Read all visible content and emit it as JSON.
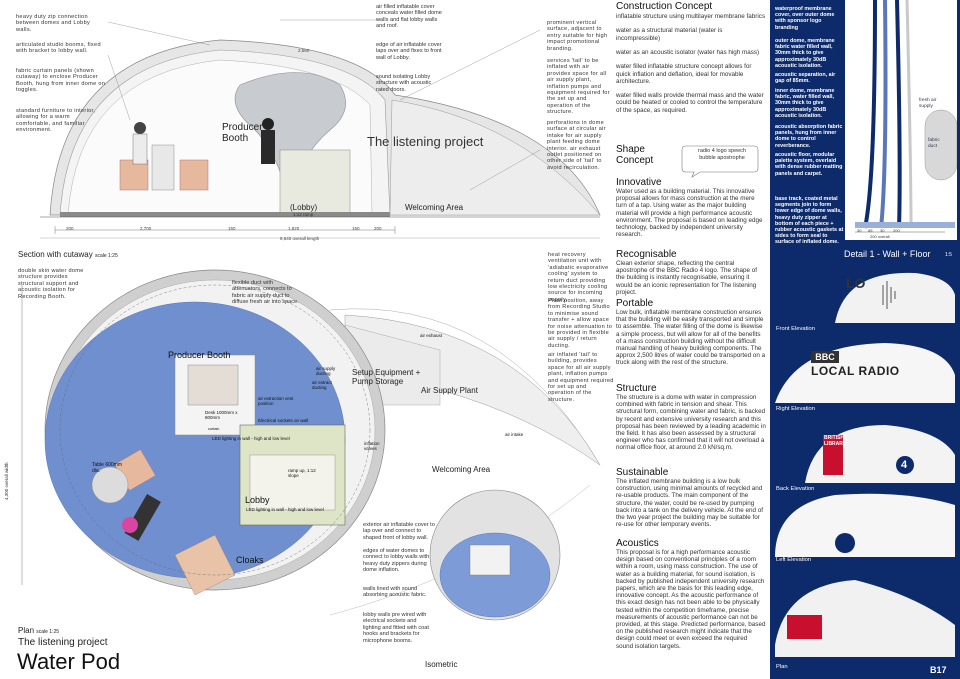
{
  "section": {
    "title": "Section with cutaway",
    "scale": "scale 1:25",
    "booth_label": "Producer Booth",
    "lobby_label": "(Lobby)",
    "ramp_label": "1:12 ramp",
    "welcome_label": "Welcoming Area",
    "project_name": "The listening project",
    "dim_top": "2,560",
    "dims": [
      "200",
      "2,700",
      "150",
      "1,820",
      "150",
      "200"
    ],
    "overall_length": "8,640 overall length",
    "left_notes": [
      "heavy duty zip connection between domes and Lobby walls.",
      "articulated studio booms, fixed with bracket to lobby wall.",
      "fabric curtain panels (shown cutaway) to enclose Producer Booth, hung from inner dome on toggles.",
      "standard furniture to interior, allowing for a warm comfortable, and familiar environment."
    ],
    "mid_notes": [
      "air filled inflatable cover conceals water filled dome walls and flat lobby walls and roof.",
      "edge of air inflatable cover laps over and fixes to front wall of Lobby.",
      "sound isolating Lobby structure with acoustic rated doors."
    ],
    "right_notes": [
      "prominent vertical surface, adjacent to entry suitable for high impact promotional branding.",
      "services 'tail' to be inflated with air provides space for all air supply plant, inflation pumps and equipment required for the set up and operation of the structure.",
      "perforations in dome surface at circular air intake for air supply plant feeding dome interior. air exhaust outlet positioned on other side of 'tail' to avoid recirculation."
    ]
  },
  "plan": {
    "title": "Plan",
    "scale": "scale 1:25",
    "subtitle": "The listening project",
    "project_title": "Water Pod",
    "booth_label": "Producer Booth",
    "lobby_label": "Lobby",
    "cloaks_label": "Cloaks",
    "welcome_label": "Welcoming Area",
    "setup_label": "Setup Equipment + Pump Storage",
    "air_plant_label": "Air Supply Plant",
    "table_label": "Table 600mm dia.",
    "desk_label": "Desk 1000mm x 800mm",
    "led_label_1": "LED lighting in wall - high and low level",
    "led_label_2": "LED lighting in wall - high and low level",
    "sockets_label": "Electrical sockets on wall",
    "ramp_label": "ramp up, 1:12 slope",
    "air_exhaust": "air exhaust",
    "air_intake": "air intake",
    "air_supply_ducting": "air supply ducting",
    "air_extract_ducting": "air extract ducting",
    "vent_label": "air extraction vent position",
    "inflation_valves": "inflation valves",
    "dim_side": "4,300 overall width",
    "curtain": "curtain",
    "left_notes": [
      "double skin water dome structure provides structural support and acoustic isolation for Recording Booth."
    ],
    "mid_notes": [
      "flexible duct with attenuators, connects to fabric air supply duct to diffuse fresh air into space."
    ],
    "bottom_notes": [
      "exterior air inflatable cover to lap over and connect to shaped front of lobby wall.",
      "edges of water domes to connect to lobby walls with heavy duty zippers during dome inflation.",
      "walls lined with sound absorbing acoustic fabric.",
      "lobby walls pre wired with electrical sockets and lighting and fitted with coat hooks and brackets for microphone booms."
    ],
    "right_notes": [
      "heat recovery ventilation unit with 'adiabatic evaporative cooling' system to return duct providing low electricity cooling source for incoming supply.",
      "Plant position, away from Recording Studio to minimise sound transfer + allow space for noise attenuation to be provided in flexible air supply / return ducting.",
      "air inflated 'tail' to building, provides space for all air supply plant, inflation pumps and equipment required for set up and operation of the structure."
    ],
    "isometric_label": "Isometric"
  },
  "text_column": {
    "construction_title": "Construction Concept",
    "construction_body": "inflatable structure using multilayer membrane fabrics\n\nwater as a structural material (water is incompressible)\n\nwater as an acoustic isolator (water has high mass)\n\nwater filled inflatable structure concept allows for quick inflation and deflation, ideal for movable architecture.\n\nwater filled walls provide thermal mass and the water could be heated or cooled to control the temperature of the space, as required.",
    "shape_title": "Shape Concept",
    "shape_bubble": "radio 4 logo speech bubble apostrophe",
    "innovative_title": "Innovative",
    "innovative_body": "Water used as a building material. This innovative proposal allows for mass construction at the mere turn of a tap. Using water as the major building material will provide a high performance acoustic environment. The proposal is based on leading edge technology, backed by independent university research.",
    "recognisable_title": "Recognisable",
    "recognisable_body": "Clean exterior shape, reflecting the central apostrophe of the BBC Radio 4 logo. The shape of the building is instantly recognisable, ensuring it would be an iconic representation for The listening project.",
    "portable_title": "Portable",
    "portable_body": "Low bulk, inflatable membrane construction ensures that the building will be easily transported and simple to assemble. The water filling of the dome is likewise a simple process, but will allow for all of the benefits of a mass construction building without the difficult manual handling of heavy building components. The approx 2,500 litres of water could be transported on a truck along with the rest of the structure.",
    "structure_title": "Structure",
    "structure_body": "The structure is a dome with water in compression combined with fabric in tension and shear. This structural form, combining water and fabric, is backed by recent and extensive university research and this proposal has been reviewed by a leading academic in the field. It has also been assessed by a structural engineer who has confirmed that it will not overload a normal office floor, at around 2.0 kN/sq.m.",
    "sustainable_title": "Sustainable",
    "sustainable_body": "The inflated membrane building is a low bulk construction, using minimal amounts of recycled and re-usable products. The main component of the structure, the water, could be re-used by pumping back into a tank on the delivery vehicle. At the end of the two year project the building may be suitable for re-use for other temporary events.",
    "acoustics_title": "Acoustics",
    "acoustics_body": "This proposal is for a high performance acoustic design based on conventional principles of a room within a room, using mass construction. The use of water as a building material, for sound isolation, is backed by published independent university research papers, which are the basis for this leading edge, innovative concept. As the acoustic performance of this exact design has not been able to be physically tested within the competition timeframe, precise measurements of acoustic performance can not be provided, at this stage. Predicted performance, based on the published research might indicate that the design could meet or even exceed the required sound isolation targets."
  },
  "detail_panel": {
    "notes": [
      "waterproof membrane cover, over outer dome with sponsor logo branding",
      "outer dome, membrane fabric water filled wall, 30mm thick to give approximately 30dB acoustic isolation.",
      "acoustic separation, air gap of 85mm.",
      "inner dome, membrane fabric, water filled wall, 30mm thick to give approximately 30dB acoustic isolation.",
      "acoustic absorption fabric panels, hung from inner dome to control reverberance.",
      "acoustic floor, modular palette system, overlaid with dense rubber matting panels and carpet.",
      "base track, coated metal segments join to form lower edge of dome walls, heavy duty zipper at bottom of each piece + rubber acoustic gaskets at sides to form seal to surface of inflated dome."
    ],
    "fresh_air": "fresh air supply",
    "fabric_duct": "fabric duct",
    "detail_title": "Detail 1 - Wall + Floor",
    "detail_scale": "1:5",
    "dims": [
      "30",
      "85",
      "30",
      "200"
    ],
    "dim_overall": "200 overall",
    "logo_bbc": "BBC",
    "logo_local_radio": "LOCAL RADIO",
    "logo_lo": "LO",
    "logo_british_library": "BRITISH LIBRARY",
    "logo_4": "4",
    "elevations": [
      "Front Elevation",
      "Right Elevation",
      "Back Elevation",
      "Left Elevation",
      "Plan"
    ],
    "sheet_number": "B17"
  },
  "colors": {
    "panel_blue": "#0d2a6b",
    "floor_blue": "#6f8fcf",
    "dome_grey": "#c9c9c9",
    "wall_green": "#dde5c6",
    "bbc_red": "#c8102e"
  }
}
